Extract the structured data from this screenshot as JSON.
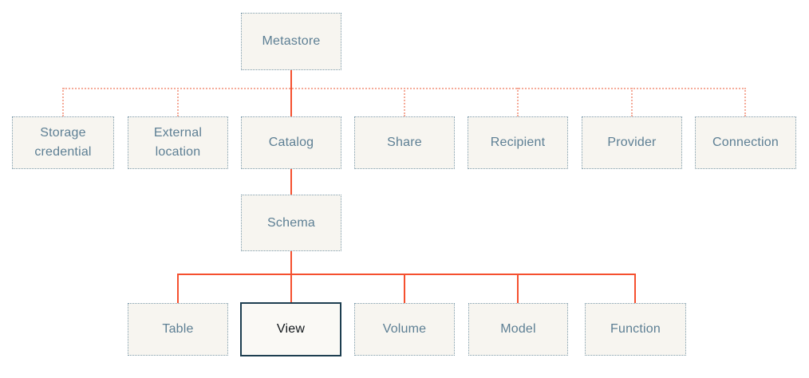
{
  "diagram": {
    "nodes": {
      "metastore": "Metastore",
      "storage_credential": "Storage credential",
      "external_location": "External location",
      "catalog": "Catalog",
      "share": "Share",
      "recipient": "Recipient",
      "provider": "Provider",
      "connection": "Connection",
      "schema": "Schema",
      "table": "Table",
      "view": "View",
      "volume": "Volume",
      "model": "Model",
      "function": "Function"
    },
    "selected_node": "View",
    "edges": [
      {
        "from": "Metastore",
        "to": "Storage credential",
        "style": "dotted"
      },
      {
        "from": "Metastore",
        "to": "External location",
        "style": "dotted"
      },
      {
        "from": "Metastore",
        "to": "Catalog",
        "style": "solid"
      },
      {
        "from": "Metastore",
        "to": "Share",
        "style": "dotted"
      },
      {
        "from": "Metastore",
        "to": "Recipient",
        "style": "dotted"
      },
      {
        "from": "Metastore",
        "to": "Provider",
        "style": "dotted"
      },
      {
        "from": "Metastore",
        "to": "Connection",
        "style": "dotted"
      },
      {
        "from": "Catalog",
        "to": "Schema",
        "style": "solid"
      },
      {
        "from": "Schema",
        "to": "Table",
        "style": "solid"
      },
      {
        "from": "Schema",
        "to": "View",
        "style": "solid"
      },
      {
        "from": "Schema",
        "to": "Volume",
        "style": "solid"
      },
      {
        "from": "Schema",
        "to": "Model",
        "style": "solid"
      },
      {
        "from": "Schema",
        "to": "Function",
        "style": "solid"
      }
    ],
    "colors": {
      "solid_connector": "#f5502f",
      "dotted_connector": "#f5ab99",
      "box_border": "#7f9dad",
      "box_background": "#f7f5f0",
      "box_text": "#5d7f94",
      "selected_border": "#1d3e50",
      "selected_background": "#faf9f5",
      "selected_text": "#10161a",
      "canvas_background": "#ffffff"
    }
  }
}
